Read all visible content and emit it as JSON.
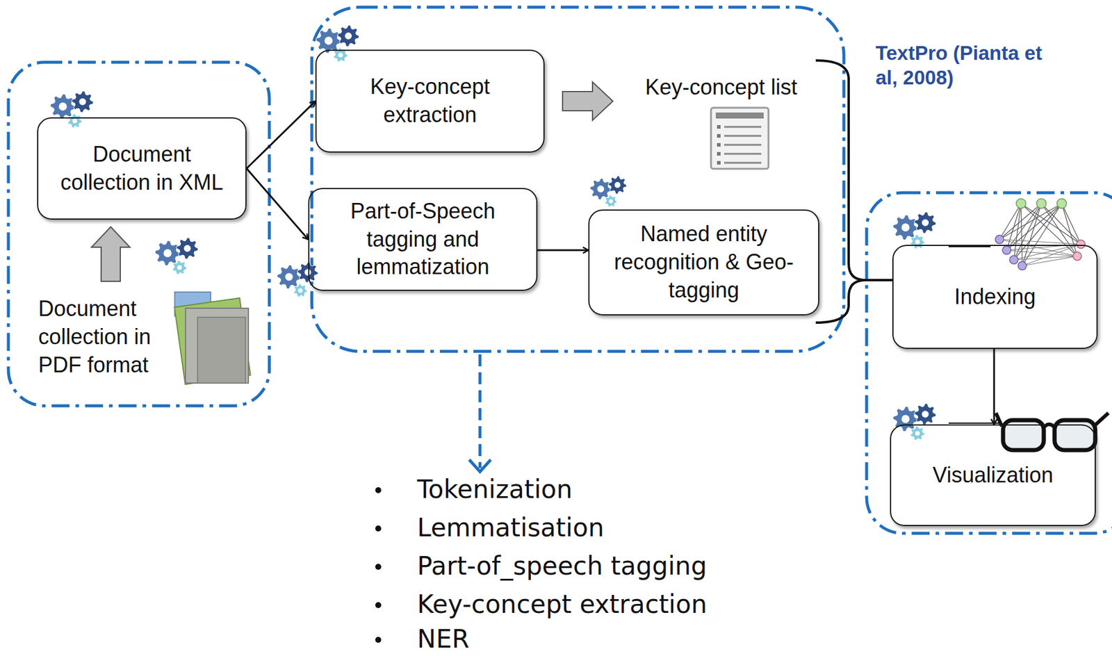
{
  "diagram": {
    "nodes": [
      {
        "text": [
          "Document collection in XML"
        ]
      },
      {
        "text": [
          "Document collection in PDF format"
        ]
      },
      {
        "text": [
          "Key-concept extraction"
        ]
      },
      {
        "text": [
          "Key-concept list"
        ]
      },
      {
        "text": [
          "Part-of-Speech tagging and lemmatization"
        ]
      },
      {
        "text": [
          "Named entity recognition & Geo-tagging"
        ]
      },
      {
        "text": [
          "Indexing"
        ]
      },
      {
        "text": [
          "Visualization"
        ]
      }
    ],
    "edges": [
      {
        "from": 1,
        "to": 0,
        "arrow": "to"
      },
      {
        "from": 0,
        "to": 2,
        "arrow": "to"
      },
      {
        "from": 0,
        "to": 4,
        "arrow": "to"
      },
      {
        "from": 2,
        "to": 3,
        "arrow": "to"
      },
      {
        "from": 4,
        "to": 5,
        "arrow": "to"
      },
      {
        "from": 6,
        "to": 7,
        "arrow": "to"
      }
    ],
    "labels": [
      "TextPro (Pianta et al, 2008)",
      "Tokenization",
      "Lemmatisation",
      "Part-of_speech tagging",
      "Key-concept extraction",
      "NER"
    ]
  }
}
